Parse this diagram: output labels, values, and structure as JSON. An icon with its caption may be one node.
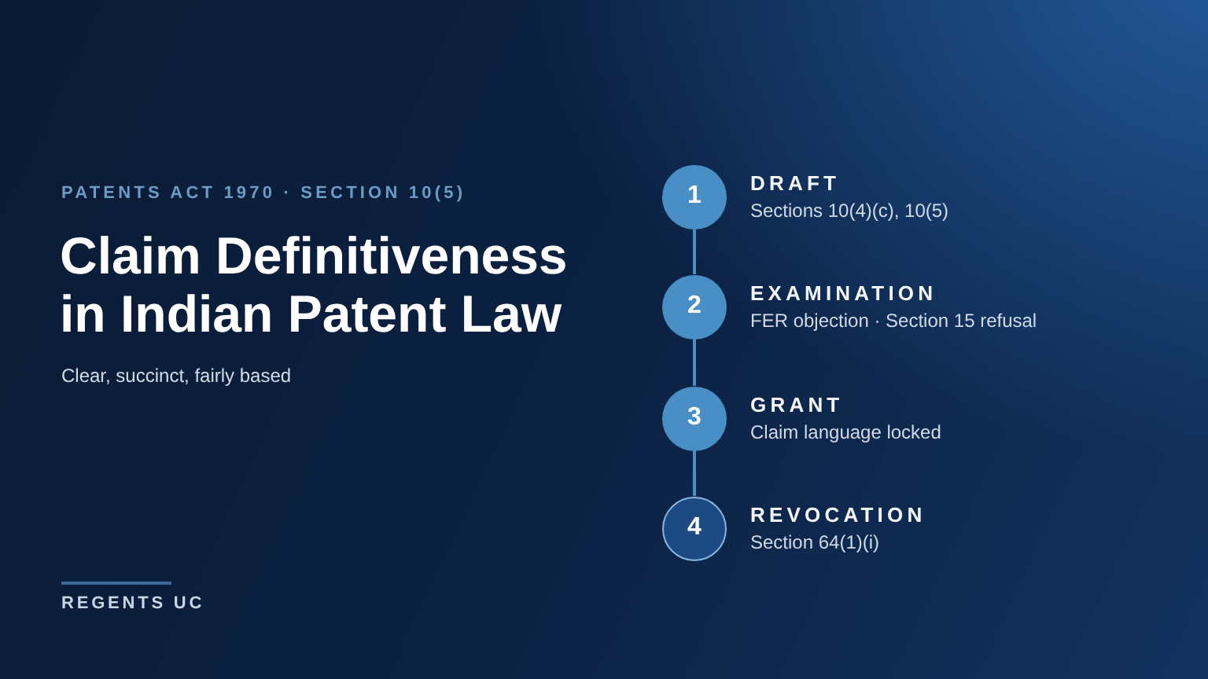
{
  "diagram": {
    "title": "Claim Definitiveness in Indian Patent Law",
    "nodes": [
      {
        "text": [
          "1"
        ],
        "beside": [
          "DRAFT",
          "Sections 10(4)(c), 10(5)"
        ]
      },
      {
        "text": [
          "2"
        ],
        "beside": [
          "EXAMINATION",
          "FER objection · Section 15 refusal"
        ]
      },
      {
        "text": [
          "3"
        ],
        "beside": [
          "GRANT",
          "Claim language locked"
        ]
      },
      {
        "text": [
          "4"
        ],
        "beside": [
          "REVOCATION",
          "Section 64(1)(i)"
        ]
      }
    ],
    "edges": [
      {
        "from": 0,
        "to": 1,
        "arrow": "none"
      },
      {
        "from": 1,
        "to": 2,
        "arrow": "none"
      },
      {
        "from": 2,
        "to": 3,
        "arrow": "none"
      }
    ],
    "labels": [
      "PATENTS ACT 1970 · SECTION 10(5)",
      "Clear, succinct, fairly based",
      "REGENTS UC"
    ]
  }
}
